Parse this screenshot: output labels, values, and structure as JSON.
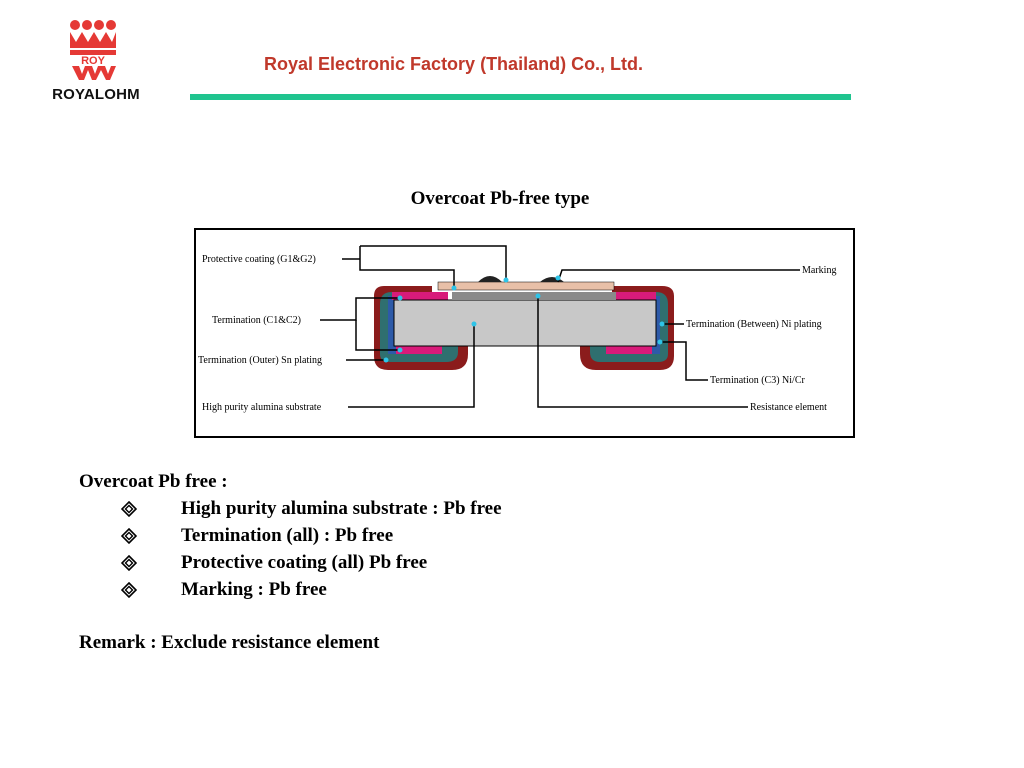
{
  "header": {
    "brand": "ROYALOHM",
    "company": "Royal Electronic Factory (Thailand) Co., Ltd.",
    "logo_text": "ROY",
    "accent_color": "#1fc48f",
    "brand_color": "#c0392b"
  },
  "diagram": {
    "title": "Overcoat Pb-free type",
    "labels": {
      "protective_coating": "Protective coating (G1&G2)",
      "termination_c1c2": "Termination (C1&C2)",
      "termination_outer": "Termination (Outer) Sn plating",
      "substrate": "High purity alumina substrate",
      "marking": "Marking",
      "termination_between": "Termination (Between) Ni plating",
      "termination_c3": "Termination (C3) Ni/Cr",
      "resistance_element": "Resistance element"
    }
  },
  "notes": {
    "heading": "Overcoat Pb free :",
    "items": [
      "High purity alumina substrate : Pb free",
      "Termination (all) : Pb free",
      "Protective coating (all) Pb free",
      "Marking : Pb free"
    ],
    "bullet_icon": "diamond-bullet-icon",
    "remark": "Remark : Exclude resistance element"
  }
}
